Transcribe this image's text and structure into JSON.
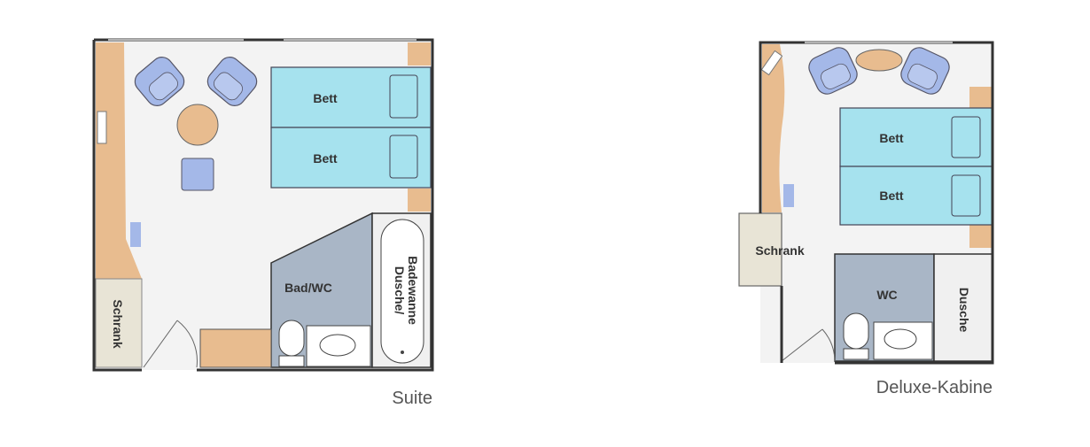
{
  "colors": {
    "wall": "#333333",
    "floor": "#f3f3f3",
    "wood": "#e8bc8f",
    "bed": "#a6e2ee",
    "furniture_blue": "#a4b8e8",
    "wardrobe": "#e8e4d6",
    "bath": "#a9b6c6",
    "text": "#333333",
    "caption": "#555555"
  },
  "suite": {
    "caption": "Suite",
    "bed_labels": [
      "Bett",
      "Bett"
    ],
    "bathroom_label": "Bad/WC",
    "shower_label_line1": "Dusche/",
    "shower_label_line2": "Badewanne",
    "wardrobe_label": "Schrank"
  },
  "deluxe": {
    "caption": "Deluxe-Kabine",
    "bed_labels": [
      "Bett",
      "Bett"
    ],
    "wardrobe_label": "Schrank",
    "wc_label": "WC",
    "shower_label": "Dusche"
  }
}
